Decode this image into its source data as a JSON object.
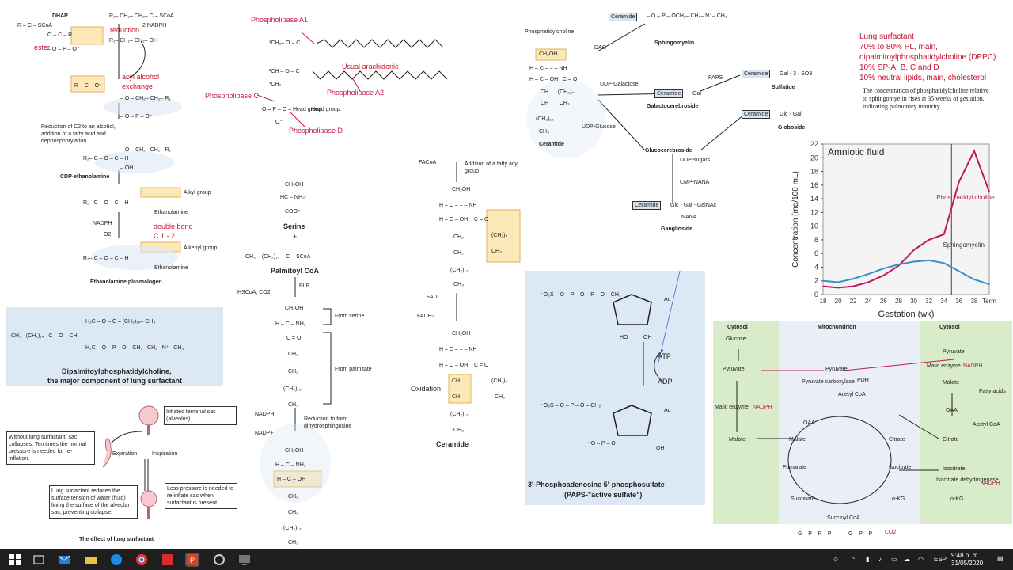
{
  "lung_surfactant_notes": {
    "title": "Lung surfactant",
    "lines": [
      "70% to 80% PL, main,",
      "dipalmitoylphosphatidylcholine (DPPC)",
      "10% SP-A, B, C and D",
      "10% neutral lipids, main, cholesterol"
    ]
  },
  "plasmalogen_panel": {
    "labels": {
      "dhap": "DHAP",
      "reduction": "reduction",
      "nadph2": "2 NADPH",
      "ester": "ester",
      "acyl_alcohol": "acyl alcohol",
      "exchange": "exchange",
      "reduction_note": "Reduction of C2 to an alcohol, addition of a fatty acid and dephosphorylation",
      "cdp_ethanolamine": "CDP-ethanolamine",
      "alkyl_group": "Alkyl group",
      "ethanolamine": "Ethanolamine",
      "nadph": "NADPH",
      "o2": "O2",
      "double_bond": "double bond",
      "c12": "C 1 - 2",
      "alkenyl_group": "Alkenyl group",
      "ethanolamine2": "Ethanolamine",
      "caption": "Ethanolamine plasmalogen"
    }
  },
  "dppc_panel": {
    "caption_line1": "Dipalmitoylphosphatidylcholine,",
    "caption_line2": "the major component of lung surfactant"
  },
  "surfactant_effect": {
    "inflated": "Inflated terminal sac (alveolus)",
    "without": "Without lung surfactant, sac collapses. Ten times the normal pressure is needed for re-inflation.",
    "expiration": "Expiration",
    "inspiration": "Inspiration",
    "reduces": "Lung surfactant reduces the surface tension of water (fluid) lining the surface of the alveolar sac, preventing collapse.",
    "less_pressure": "Less pressure is needed to re-inflate sac when surfactant is present.",
    "caption": "The effect of lung surfactant"
  },
  "phospholipase_panel": {
    "a1": "Phospholipase A1",
    "a2": "Phospholipase A2",
    "c": "Phospholipase C",
    "d": "Phospholipase D",
    "arachidonic": "Usual arachidonic",
    "head_group": "Head group"
  },
  "sphingosine_panel": {
    "serine": "Serine",
    "plus": "+",
    "palmitoyl": "Palmitoyl CoA",
    "plp": "PLP",
    "hscoa": "HSCoA, CO2",
    "from_serine": "From serine",
    "from_palmitate": "From palmitate",
    "nadph": "NADPH",
    "nadp": "NADP+",
    "reduction": "Reduction to form dihydrosphingosine"
  },
  "ceramide_panel": {
    "facoa": "FACoA",
    "addition": "Addition of a fatty acyl group",
    "fad": "FAD",
    "fadh2": "FADH2",
    "oxidation": "Oxidation",
    "caption": "Ceramide"
  },
  "paps_panel": {
    "atp": "ATP",
    "adp": "ADP",
    "ad": "Ad",
    "ho": "HO",
    "oh": "OH",
    "caption_line1": "3'-Phosphoadenosine 5'-phosphosulfate",
    "caption_line2": "(PAPS-\"active sulfate\")"
  },
  "sphingolipid_panel": {
    "ceramide": "Ceramide",
    "phosphatidylcholine": "Phosphatidylcholine",
    "dag": "DAG",
    "sphingomyelin": "Sphingomyelin",
    "udp_galactose": "UDP-Galactose",
    "galactocerebroside": "Galactocerebroside",
    "paps": "PAPS",
    "sulfatide": "Sulfatide",
    "udp_glucose": "UDP-Glucose",
    "glucocerebroside": "Glucocerebroside",
    "globoside": "Globoside",
    "udp_sugars": "UDP-sugars",
    "cmp_nana": "CMP-NANA",
    "nana": "NANA",
    "ganglioside": "Ganglioside",
    "ceramide_label": "Ceramide",
    "gal": "Gal",
    "glc_gal": "Glc - Gal",
    "gal_so3": "Gal - 3 - SO3",
    "glc_gal_galnac": "Glc - Gal - GalNAc"
  },
  "paragraph": "The concentration of phosphatidylcholine relative to sphingomyelin rises at 35 weeks of gestation, indicating pulmonary maturity.",
  "chart_data": {
    "type": "line",
    "title": "Amniotic fluid",
    "xlabel": "Gestation (wk)",
    "ylabel": "Concentration (mg/100 mL)",
    "categories": [
      "18",
      "20",
      "22",
      "24",
      "26",
      "28",
      "30",
      "32",
      "34",
      "36",
      "38",
      "Term"
    ],
    "ylim": [
      0,
      22
    ],
    "yticks": [
      0,
      2,
      4,
      6,
      8,
      10,
      12,
      14,
      16,
      18,
      20,
      22
    ],
    "series": [
      {
        "name": "Phosphatidyl choline",
        "color": "#c2185b",
        "values": [
          1.2,
          1.0,
          1.2,
          1.8,
          2.8,
          4.2,
          6.5,
          8.0,
          8.8,
          16.5,
          21.0,
          15.0
        ]
      },
      {
        "name": "Sphingomyelin",
        "color": "#3b8fc7",
        "values": [
          2.0,
          1.8,
          2.3,
          3.0,
          3.8,
          4.4,
          4.8,
          5.0,
          4.6,
          3.4,
          2.2,
          1.5
        ]
      }
    ],
    "marker_x": "35"
  },
  "metabolism_panel": {
    "cytosol_left": "Cytosol",
    "mitochondrion": "Mitochondrion",
    "cytosol_right": "Cytosol",
    "glucose": "Glucose",
    "pyruvate_l": "Pyruvate",
    "malic_enzyme_l": "Malic enzyme",
    "nadph_l": "NADPH",
    "malate_l": "Malate",
    "pyruvate_m": "Pyruvate",
    "pyruvate_carboxylase": "Pyruvate carboxylase",
    "pdh": "PDH",
    "acetyl_coa_m": "Acetyl CoA",
    "oaa_m": "OAA",
    "malate_m": "Malate",
    "citrate_m": "Citrate",
    "fumarate": "Fumarate",
    "isocitrate_m": "Isocitrate",
    "succinate": "Succinate",
    "akg_m": "α-KG",
    "succinyl_coa": "Succinyl CoA",
    "pyruvate_r": "Pyruvate",
    "malic_enzyme_r": "Malic enzyme",
    "nadph_r1": "NADPH",
    "malate_r": "Malate",
    "fatty_acids": "Fatty acids",
    "oaa_r": "OAA",
    "acetyl_coa_r": "Acetyl CoA",
    "citrate_r": "Citrate",
    "isocitrate_r": "Isocitrate",
    "isocitrate_dehydrogenase": "Isocitrate dehydrogenase",
    "nadph_r2": "NADPH",
    "akg_r": "α-KG",
    "co2": "CO2"
  },
  "taskbar": {
    "time": "9:48 p. m.",
    "date": "31/05/2020",
    "lang": "ESP",
    "icons": [
      "windows-start",
      "task-view",
      "mail",
      "file-explorer",
      "edge",
      "chrome",
      "acrobat",
      "powerpoint",
      "tool",
      "display"
    ]
  }
}
